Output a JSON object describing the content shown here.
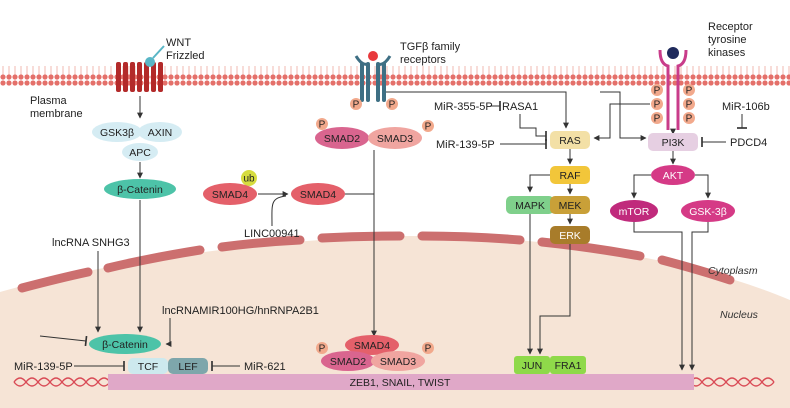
{
  "labels": {
    "wnt": "WNT",
    "frizzled": "Frizzled",
    "plasma_membrane_1": "Plasma",
    "plasma_membrane_2": "membrane",
    "tgfb_1": "TGFβ family",
    "tgfb_2": "receptors",
    "rtk_1": "Receptor",
    "rtk_2": "tyrosine",
    "rtk_3": "kinases",
    "cytoplasm": "Cytoplasm",
    "nucleus": "Nucleus",
    "lncrna_snhg3": "lncRNA  SNHG3",
    "linc00941": "LINC00941",
    "lncrna_mir100hg": "lncRNAMIR100HG/hnRNPA2B1",
    "mir_355": "MiR-355-5P",
    "rasa1": "RASA1",
    "mir_139_ras": "MiR-139-5P",
    "mir_106b": "MiR-106b",
    "pdcd4": "PDCD4",
    "mir_139_tcf": "MiR-139-5P",
    "mir_621": "MiR-621",
    "targets": "ZEB1, SNAIL, TWIST"
  },
  "nodes": {
    "gsk3b": "GSK3β",
    "axin": "AXIN",
    "apc": "APC",
    "bcatenin_cyto": "β-Catenin",
    "bcatenin_nuc": "β-Catenin",
    "tcf": "TCF",
    "lef": "LEF",
    "smad2": "SMAD2",
    "smad3": "SMAD3",
    "smad4_ub": "SMAD4",
    "ub": "ub",
    "smad4": "SMAD4",
    "smad4_nuc": "SMAD4",
    "smad2_nuc": "SMAD2",
    "smad3_nuc": "SMAD3",
    "ras": "RAS",
    "raf": "RAF",
    "mapk": "MAPK",
    "mek": "MEK",
    "erk": "ERK",
    "jun": "JUN",
    "fra1": "FRA1",
    "pi3k": "PI3K",
    "akt": "AKT",
    "mtor": "mTOR",
    "gsk3b_2": "GSK-3β",
    "p": "P"
  },
  "colors": {
    "membrane": "#e4706a",
    "nucleus_fill": "#f6e4d6",
    "envelope": "#cc6f6f",
    "teal": "#4dc3a8",
    "smad": "#d9658f",
    "ras": "#f3e0a6",
    "raf": "#f2c63a",
    "mapk": "#7fd08b",
    "mek": "#c9a038",
    "erk": "#a87c2a",
    "pi3k": "#e6cfe2",
    "akt": "#d53a86",
    "mtor": "#c02a7c",
    "dna_bar": "#e0a8c8",
    "jun": "#8fd94a",
    "phospho": "#f2a98c"
  }
}
